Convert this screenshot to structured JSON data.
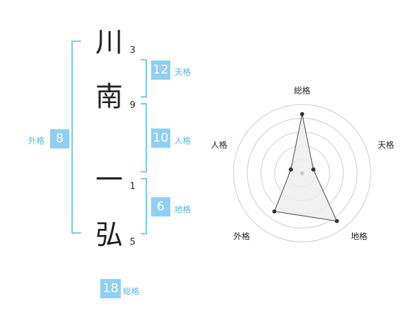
{
  "colors": {
    "accent": "#8fcff3",
    "bracket": "#7cc6ee",
    "label_text": "#55b7ea",
    "text": "#222222",
    "radar_grid": "#cccccc",
    "radar_fill": "#eeeeee",
    "radar_point": "#333333"
  },
  "name": {
    "characters": [
      {
        "char": "川",
        "strokes": "3"
      },
      {
        "char": "南",
        "strokes": "9"
      },
      {
        "char": "一",
        "strokes": "1"
      },
      {
        "char": "弘",
        "strokes": "5"
      }
    ]
  },
  "fortune": {
    "tenkaku": {
      "value": "12",
      "label": "天格"
    },
    "jinkaku": {
      "value": "10",
      "label": "人格"
    },
    "chikaku": {
      "value": "6",
      "label": "地格"
    },
    "gaikaku": {
      "value": "8",
      "label": "外格"
    },
    "soukaku": {
      "value": "18",
      "label": "総格"
    }
  },
  "radar": {
    "axes": [
      "総格",
      "天格",
      "地格",
      "外格",
      "人格"
    ],
    "levels": 5,
    "max": 5,
    "values": [
      5,
      1,
      5,
      4,
      1
    ]
  }
}
